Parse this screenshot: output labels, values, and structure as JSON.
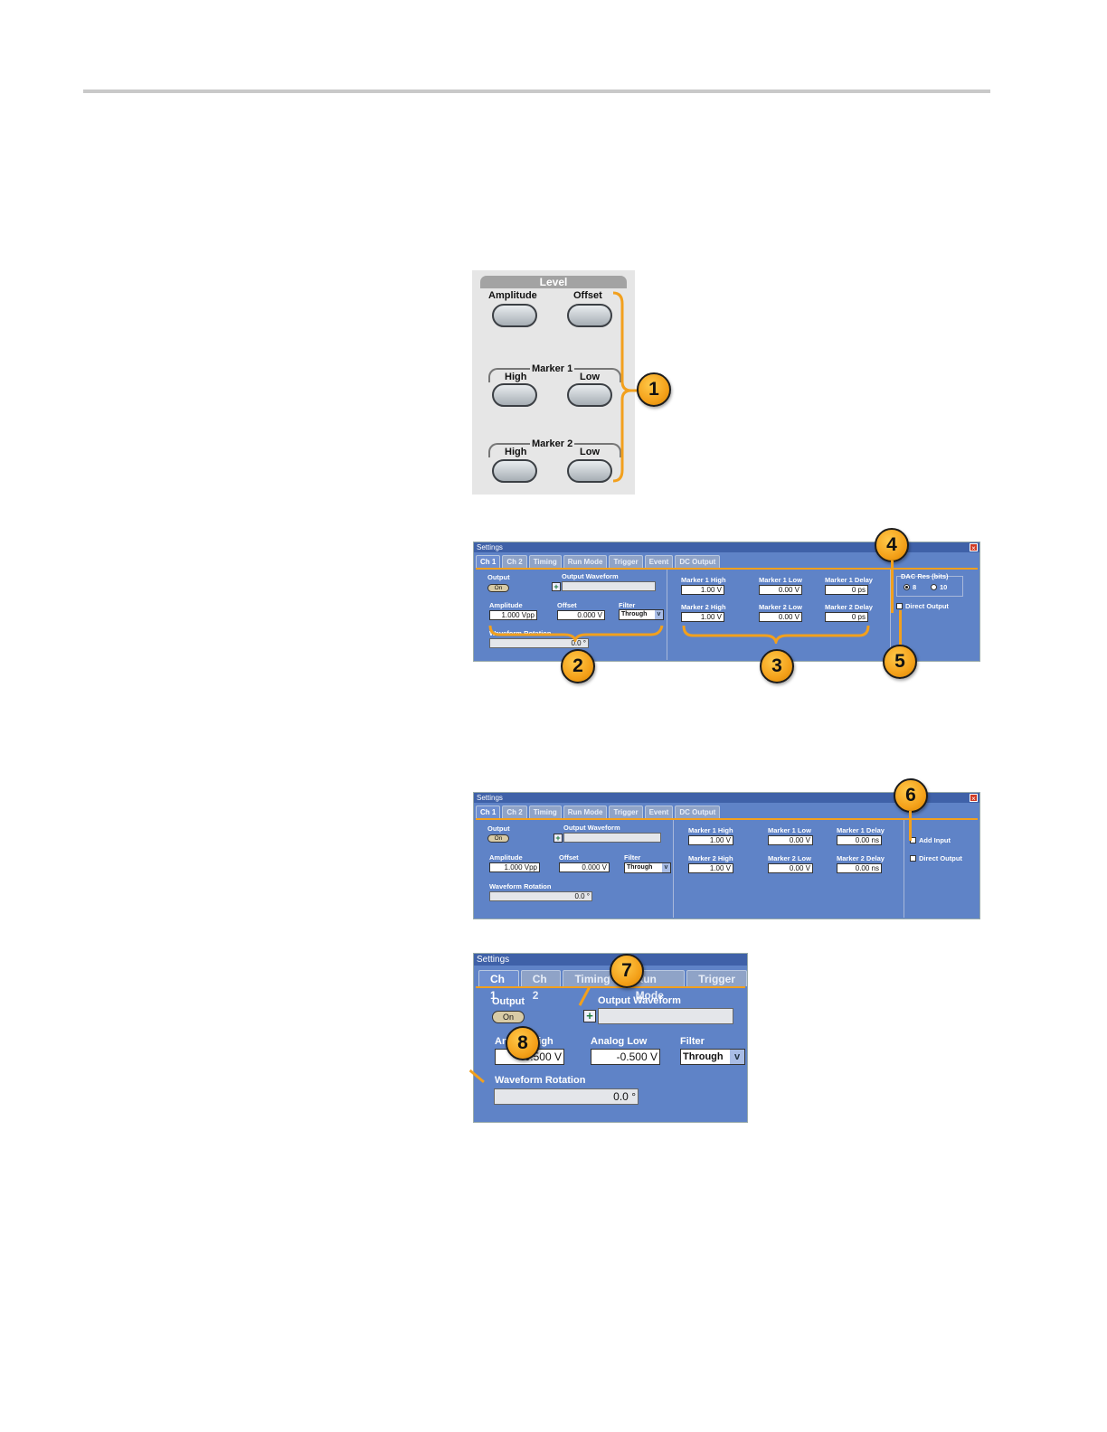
{
  "level_panel": {
    "title": "Level",
    "amplitude": "Amplitude",
    "offset": "Offset",
    "marker1": "Marker 1",
    "marker2": "Marker 2",
    "high": "High",
    "low": "Low"
  },
  "callouts": [
    "1",
    "2",
    "3",
    "4",
    "5",
    "6",
    "7",
    "8"
  ],
  "window_a": {
    "title": "Settings",
    "tabs": [
      "Ch 1",
      "Ch 2",
      "Timing",
      "Run Mode",
      "Trigger",
      "Event",
      "DC Output"
    ],
    "output_label": "Output",
    "output_button": "On",
    "output_waveform_label": "Output Waveform",
    "amplitude_label": "Amplitude",
    "amplitude_value": "1.000 Vpp",
    "offset_label": "Offset",
    "offset_value": "0.000 V",
    "filter_label": "Filter",
    "filter_value": "Through",
    "rotation_label": "Waveform Rotation",
    "rotation_value": "0.0 °",
    "m1_high_label": "Marker 1 High",
    "m1_high_value": "1.00 V",
    "m1_low_label": "Marker 1 Low",
    "m1_low_value": "0.00 V",
    "m1_delay_label": "Marker 1 Delay",
    "m1_delay_value": "0 ps",
    "m2_high_label": "Marker 2 High",
    "m2_high_value": "1.00 V",
    "m2_low_label": "Marker 2 Low",
    "m2_low_value": "0.00 V",
    "m2_delay_label": "Marker 2 Delay",
    "m2_delay_value": "0 ps",
    "dac_label": "DAC Res (bits)",
    "dac_8": "8",
    "dac_10": "10",
    "direct_output": "Direct Output"
  },
  "window_b": {
    "title": "Settings",
    "tabs": [
      "Ch 1",
      "Ch 2",
      "Timing",
      "Run Mode",
      "Trigger",
      "Event",
      "DC Output"
    ],
    "output_label": "Output",
    "output_button": "On",
    "output_waveform_label": "Output Waveform",
    "amplitude_label": "Amplitude",
    "amplitude_value": "1.000 Vpp",
    "offset_label": "Offset",
    "offset_value": "0.000 V",
    "filter_label": "Filter",
    "filter_value": "Through",
    "rotation_label": "Waveform Rotation",
    "rotation_value": "0.0 °",
    "m1_high_label": "Marker 1 High",
    "m1_high_value": "1.00 V",
    "m1_low_label": "Marker 1 Low",
    "m1_low_value": "0.00 V",
    "m1_delay_label": "Marker 1 Delay",
    "m1_delay_value": "0.00 ns",
    "m2_high_label": "Marker 2 High",
    "m2_high_value": "1.00 V",
    "m2_low_label": "Marker 2 Low",
    "m2_low_value": "0.00 V",
    "m2_delay_label": "Marker 2 Delay",
    "m2_delay_value": "0.00 ns",
    "add_input": "Add Input",
    "direct_output": "Direct Output"
  },
  "window_c": {
    "title": "Settings",
    "tabs": [
      "Ch 1",
      "Ch 2",
      "Timing",
      "Run Mode",
      "Trigger"
    ],
    "output_label": "Output",
    "output_button": "On",
    "output_waveform_label": "Output Waveform",
    "analog_high_label": "Analog High",
    "analog_high_value": "0.500 V",
    "analog_low_label": "Analog Low",
    "analog_low_value": "-0.500 V",
    "filter_label": "Filter",
    "filter_value": "Through",
    "rotation_label": "Waveform Rotation",
    "rotation_value": "0.0 °"
  }
}
